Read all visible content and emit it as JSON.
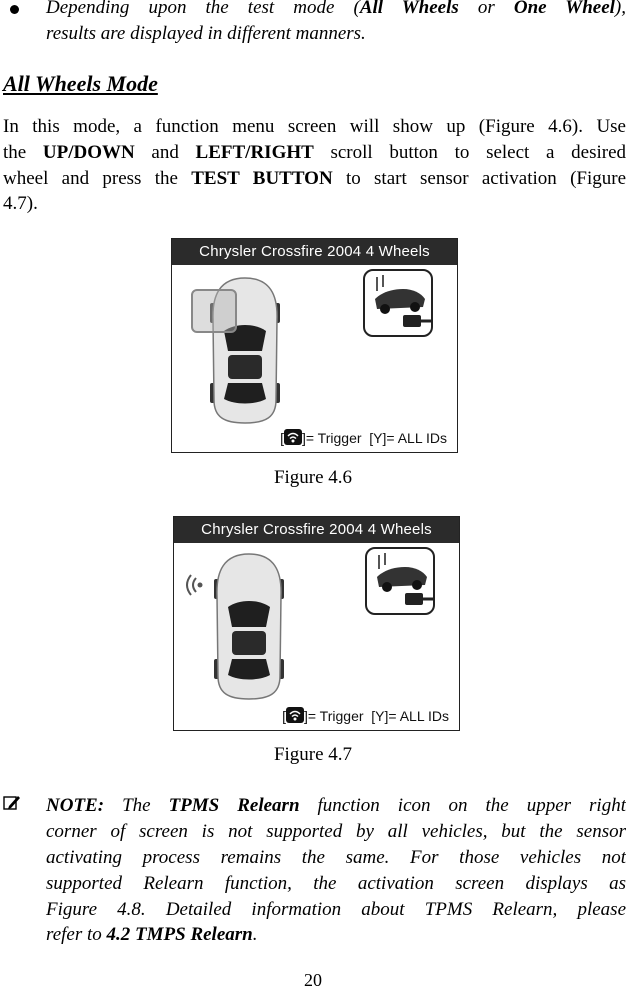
{
  "bullet": {
    "line1": "Depending upon the test mode (",
    "mode1": "All Wheels",
    "or": " or ",
    "mode2": "One Wheel",
    "line1_end": "),",
    "line2": "results are displayed in different manners."
  },
  "section": {
    "title": "All Wheels Mode"
  },
  "paragraph": {
    "l1": "In this mode, a function menu screen will show up (Figure 4.6). Use",
    "l2_a": "the ",
    "l2_b": "UP/DOWN",
    "l2_c": " and ",
    "l2_d": "LEFT/RIGHT",
    "l2_e": " scroll button to select a desired",
    "l3_a": "wheel and press the ",
    "l3_b": "TEST BUTTON",
    "l3_c": " to start sensor activation (Figure",
    "l4": "4.7)."
  },
  "figure1": {
    "screen_title": "Chrysler Crossfire 2004 4 Wheels",
    "footer_trigger": "]= Trigger",
    "footer_ids": "[Y]= ALL IDs",
    "caption": "Figure 4.6"
  },
  "figure2": {
    "screen_title": "Chrysler Crossfire 2004 4 Wheels",
    "footer_trigger": "]= Trigger",
    "footer_ids": "[Y]= ALL IDs",
    "caption": "Figure 4.7"
  },
  "note": {
    "icon": "pencil-note-icon",
    "l1_label": "NOTE:",
    "l1_a": " The ",
    "l1_b": "TPMS Relearn",
    "l1_c": " function icon on the upper right",
    "l2": "corner of screen is not supported by all vehicles, but the sensor",
    "l3": "activating process remains the same. For those vehicles not",
    "l4": "supported Relearn function, the activation screen displays as",
    "l5": "Figure 4.8. Detailed information about TPMS Relearn, please",
    "l6_a": "refer to ",
    "l6_b": "4.2 TMPS Relearn",
    "l6_c": "."
  },
  "page_number": "20"
}
